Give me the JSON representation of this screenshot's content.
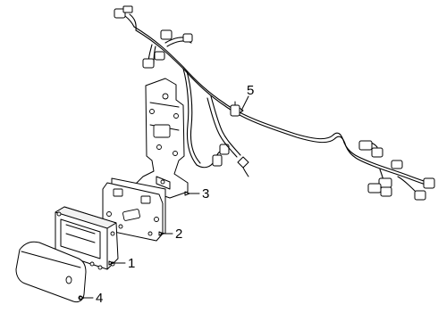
{
  "diagram": {
    "parts": [
      {
        "id": "1",
        "label": "1"
      },
      {
        "id": "2",
        "label": "2"
      },
      {
        "id": "3",
        "label": "3"
      },
      {
        "id": "4",
        "label": "4"
      },
      {
        "id": "5",
        "label": "5"
      }
    ]
  }
}
